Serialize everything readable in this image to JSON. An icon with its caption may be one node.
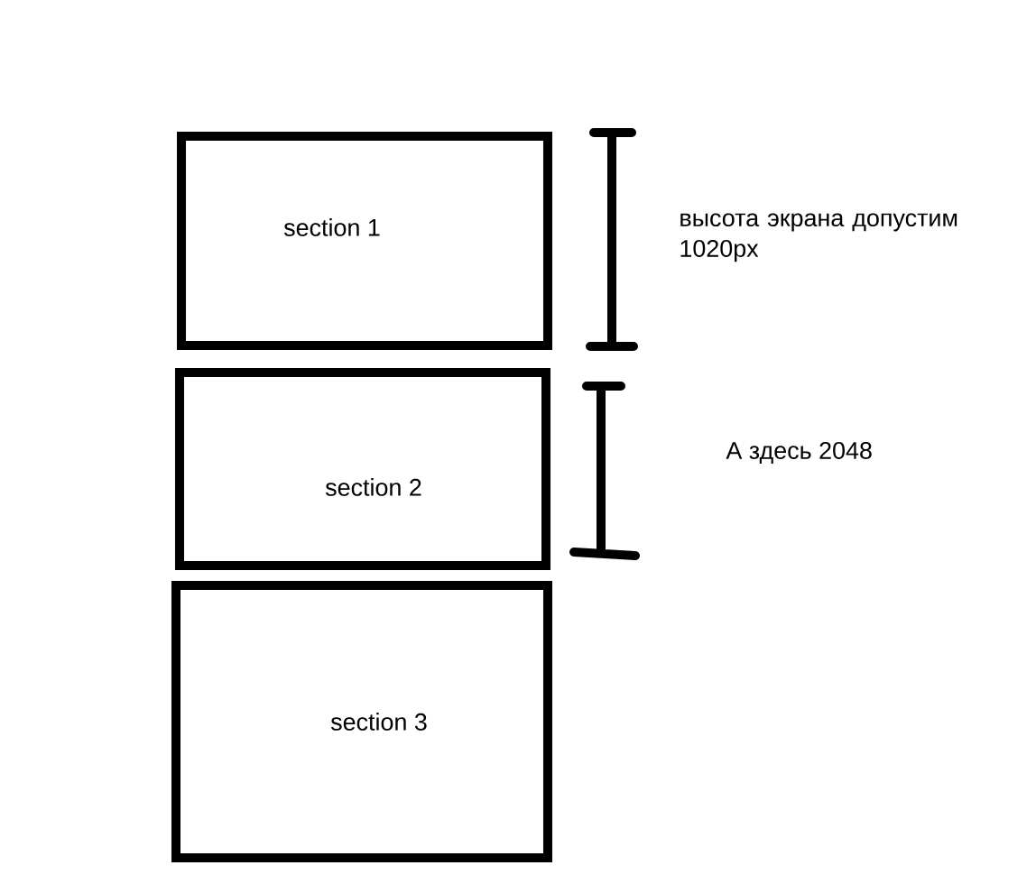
{
  "diagram": {
    "nodes": [
      {
        "text": [
          "section 1"
        ]
      },
      {
        "text": [
          "section 2"
        ]
      },
      {
        "text": [
          "section 3"
        ]
      }
    ],
    "labels": [
      "высота экрана допустим 1020px",
      "А здесь 2048"
    ]
  }
}
